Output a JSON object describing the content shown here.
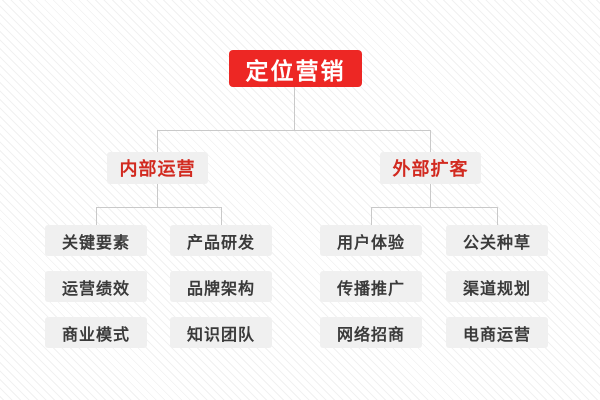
{
  "diagram": {
    "title": "定位营销",
    "colors": {
      "root_fill": "#ed2724",
      "root_text": "#ffffff",
      "branch_fill": "#f0f0f0",
      "branch_text": "#d22a20",
      "leaf_fill": "#f0f0f0",
      "leaf_text": "#3a3a3a",
      "connector": "#c9c9c9",
      "background": "#fdfdfd"
    },
    "root": {
      "label": "定位营销"
    },
    "branches": [
      {
        "label": "内部运营",
        "columns": [
          {
            "leaves": [
              "关键要素",
              "运营绩效",
              "商业模式"
            ]
          },
          {
            "leaves": [
              "产品研发",
              "品牌架构",
              "知识团队"
            ]
          }
        ]
      },
      {
        "label": "外部扩客",
        "columns": [
          {
            "leaves": [
              "用户体验",
              "传播推广",
              "网络招商"
            ]
          },
          {
            "leaves": [
              "公关种草",
              "渠道规划",
              "电商运营"
            ]
          }
        ]
      }
    ]
  }
}
